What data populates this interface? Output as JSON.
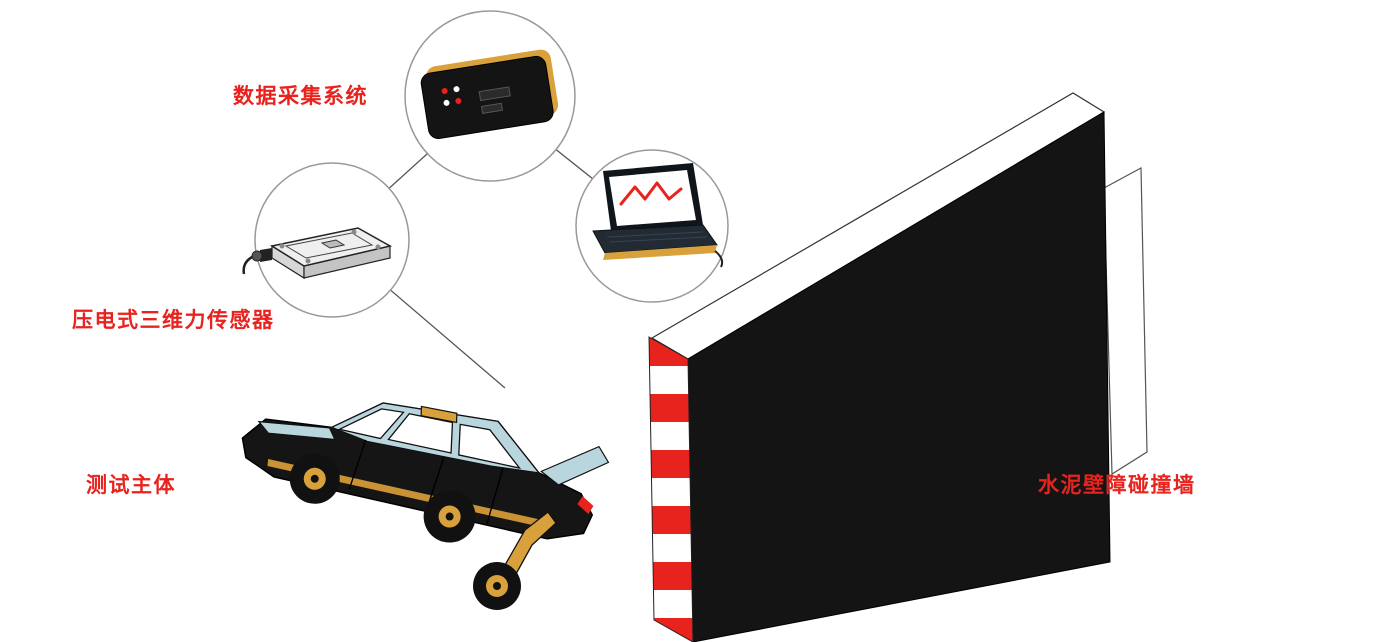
{
  "diagram": {
    "labels": {
      "daq_system": "数据采集系统",
      "force_sensor": "压电式三维力传感器",
      "test_subject": "测试主体",
      "crash_wall": "水泥壁障碰撞墙"
    },
    "colors": {
      "label_red": "#e8231e",
      "stripe_red": "#e8231e",
      "accent_gold": "#d9a13b",
      "car_body_blue": "#b9d5de",
      "wall_black": "#141414"
    },
    "icons": {
      "daq_device": "data-acquisition-box-icon",
      "laptop": "laptop-signal-graph-icon",
      "sensor": "piezoelectric-force-sensor-icon",
      "vehicle": "crash-test-car-icon",
      "wall": "concrete-barrier-wall-icon"
    }
  }
}
